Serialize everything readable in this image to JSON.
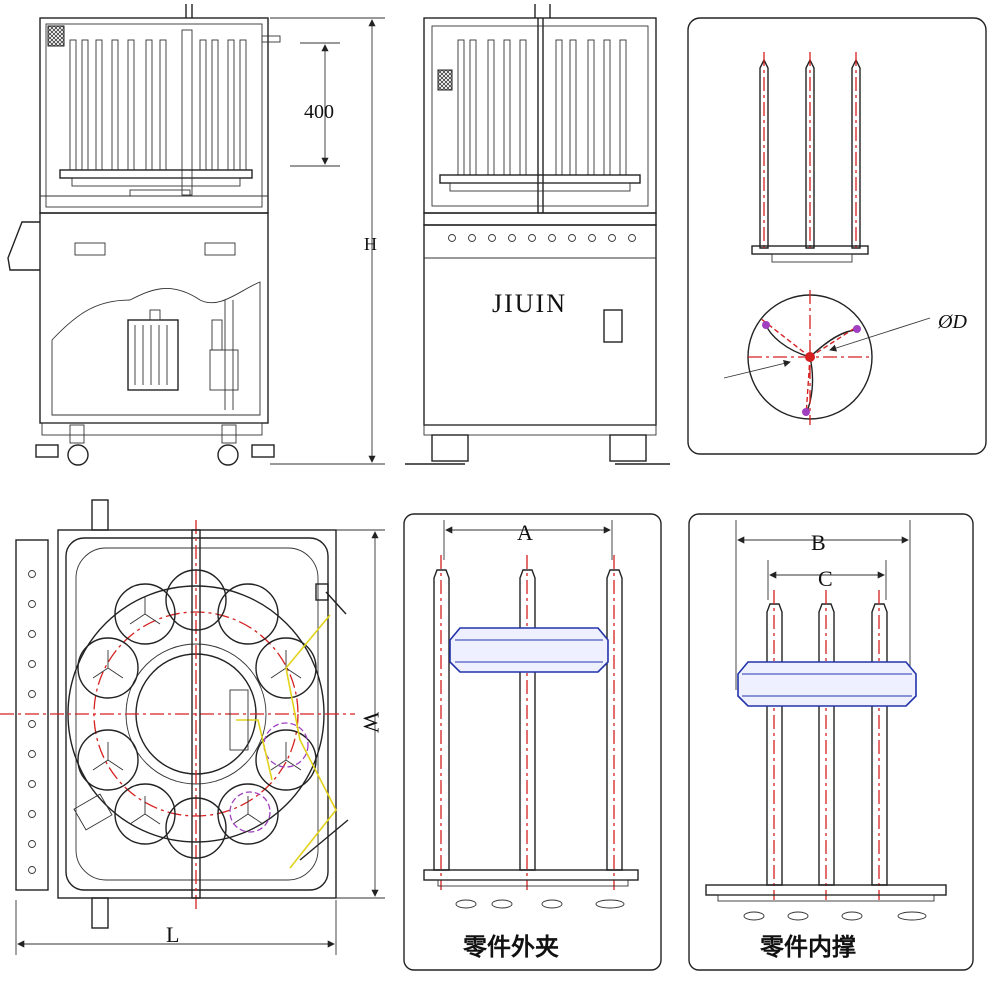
{
  "front_view": {
    "dim_400": "400",
    "dim_height": "H"
  },
  "side_view": {
    "brand": "JIUIN"
  },
  "clamp_detail": {
    "dim_diameter": "ØD"
  },
  "top_view": {
    "dim_width": "W",
    "dim_length": "L"
  },
  "outer_clamp": {
    "dim_a": "A",
    "caption": "零件外夹"
  },
  "inner_support": {
    "dim_b": "B",
    "dim_c": "C",
    "caption": "零件内撑"
  },
  "colors": {
    "centerline": "#d62020",
    "part": "#2233aa",
    "guide": "#e2d21a",
    "alt_position": "#a040c0"
  }
}
